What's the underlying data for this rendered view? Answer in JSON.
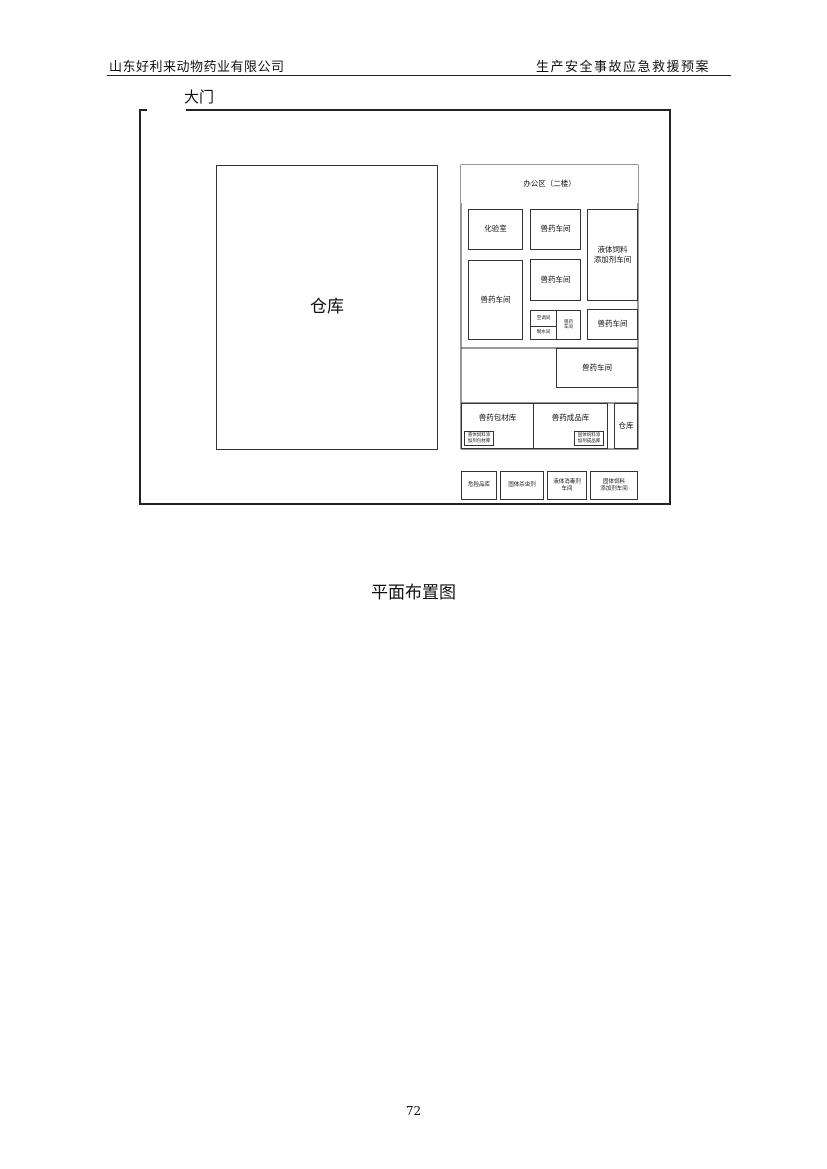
{
  "header": {
    "company": "山东好利来动物药业有限公司",
    "doc_title": "生产安全事故应急救援预案"
  },
  "plan": {
    "gate": "大门",
    "warehouse_main": "仓库",
    "office": "办公区（二楼）",
    "lab": "化验室",
    "vet_workshop_1": "兽药车间",
    "vet_workshop_2": "兽药车间",
    "vet_workshop_3": "兽药车间",
    "vet_workshop_4": "兽药车间",
    "vet_workshop_5": "兽药车间",
    "vet_workshop_small": "兽药\n车间",
    "liquid_feed_additive": "液体饲料\n添加剂车间",
    "air_compressor": "空调间",
    "water_room": "制水间",
    "packaging_store": "兽药包材库",
    "finished_store": "兽药成品库",
    "warehouse_small": "仓库",
    "packaging_sub": "液体饲料添\n加剂包材库",
    "finished_sub": "固体饲料添\n加剂成品库",
    "hazard_store": "危险品库",
    "solid_insecticide": "固体杀虫剂",
    "liquid_disinfectant": "液体消毒剂\n车间",
    "solid_feed_additive": "固体饲料\n添加剂车间"
  },
  "caption": "平面布置图",
  "page_number": "72"
}
